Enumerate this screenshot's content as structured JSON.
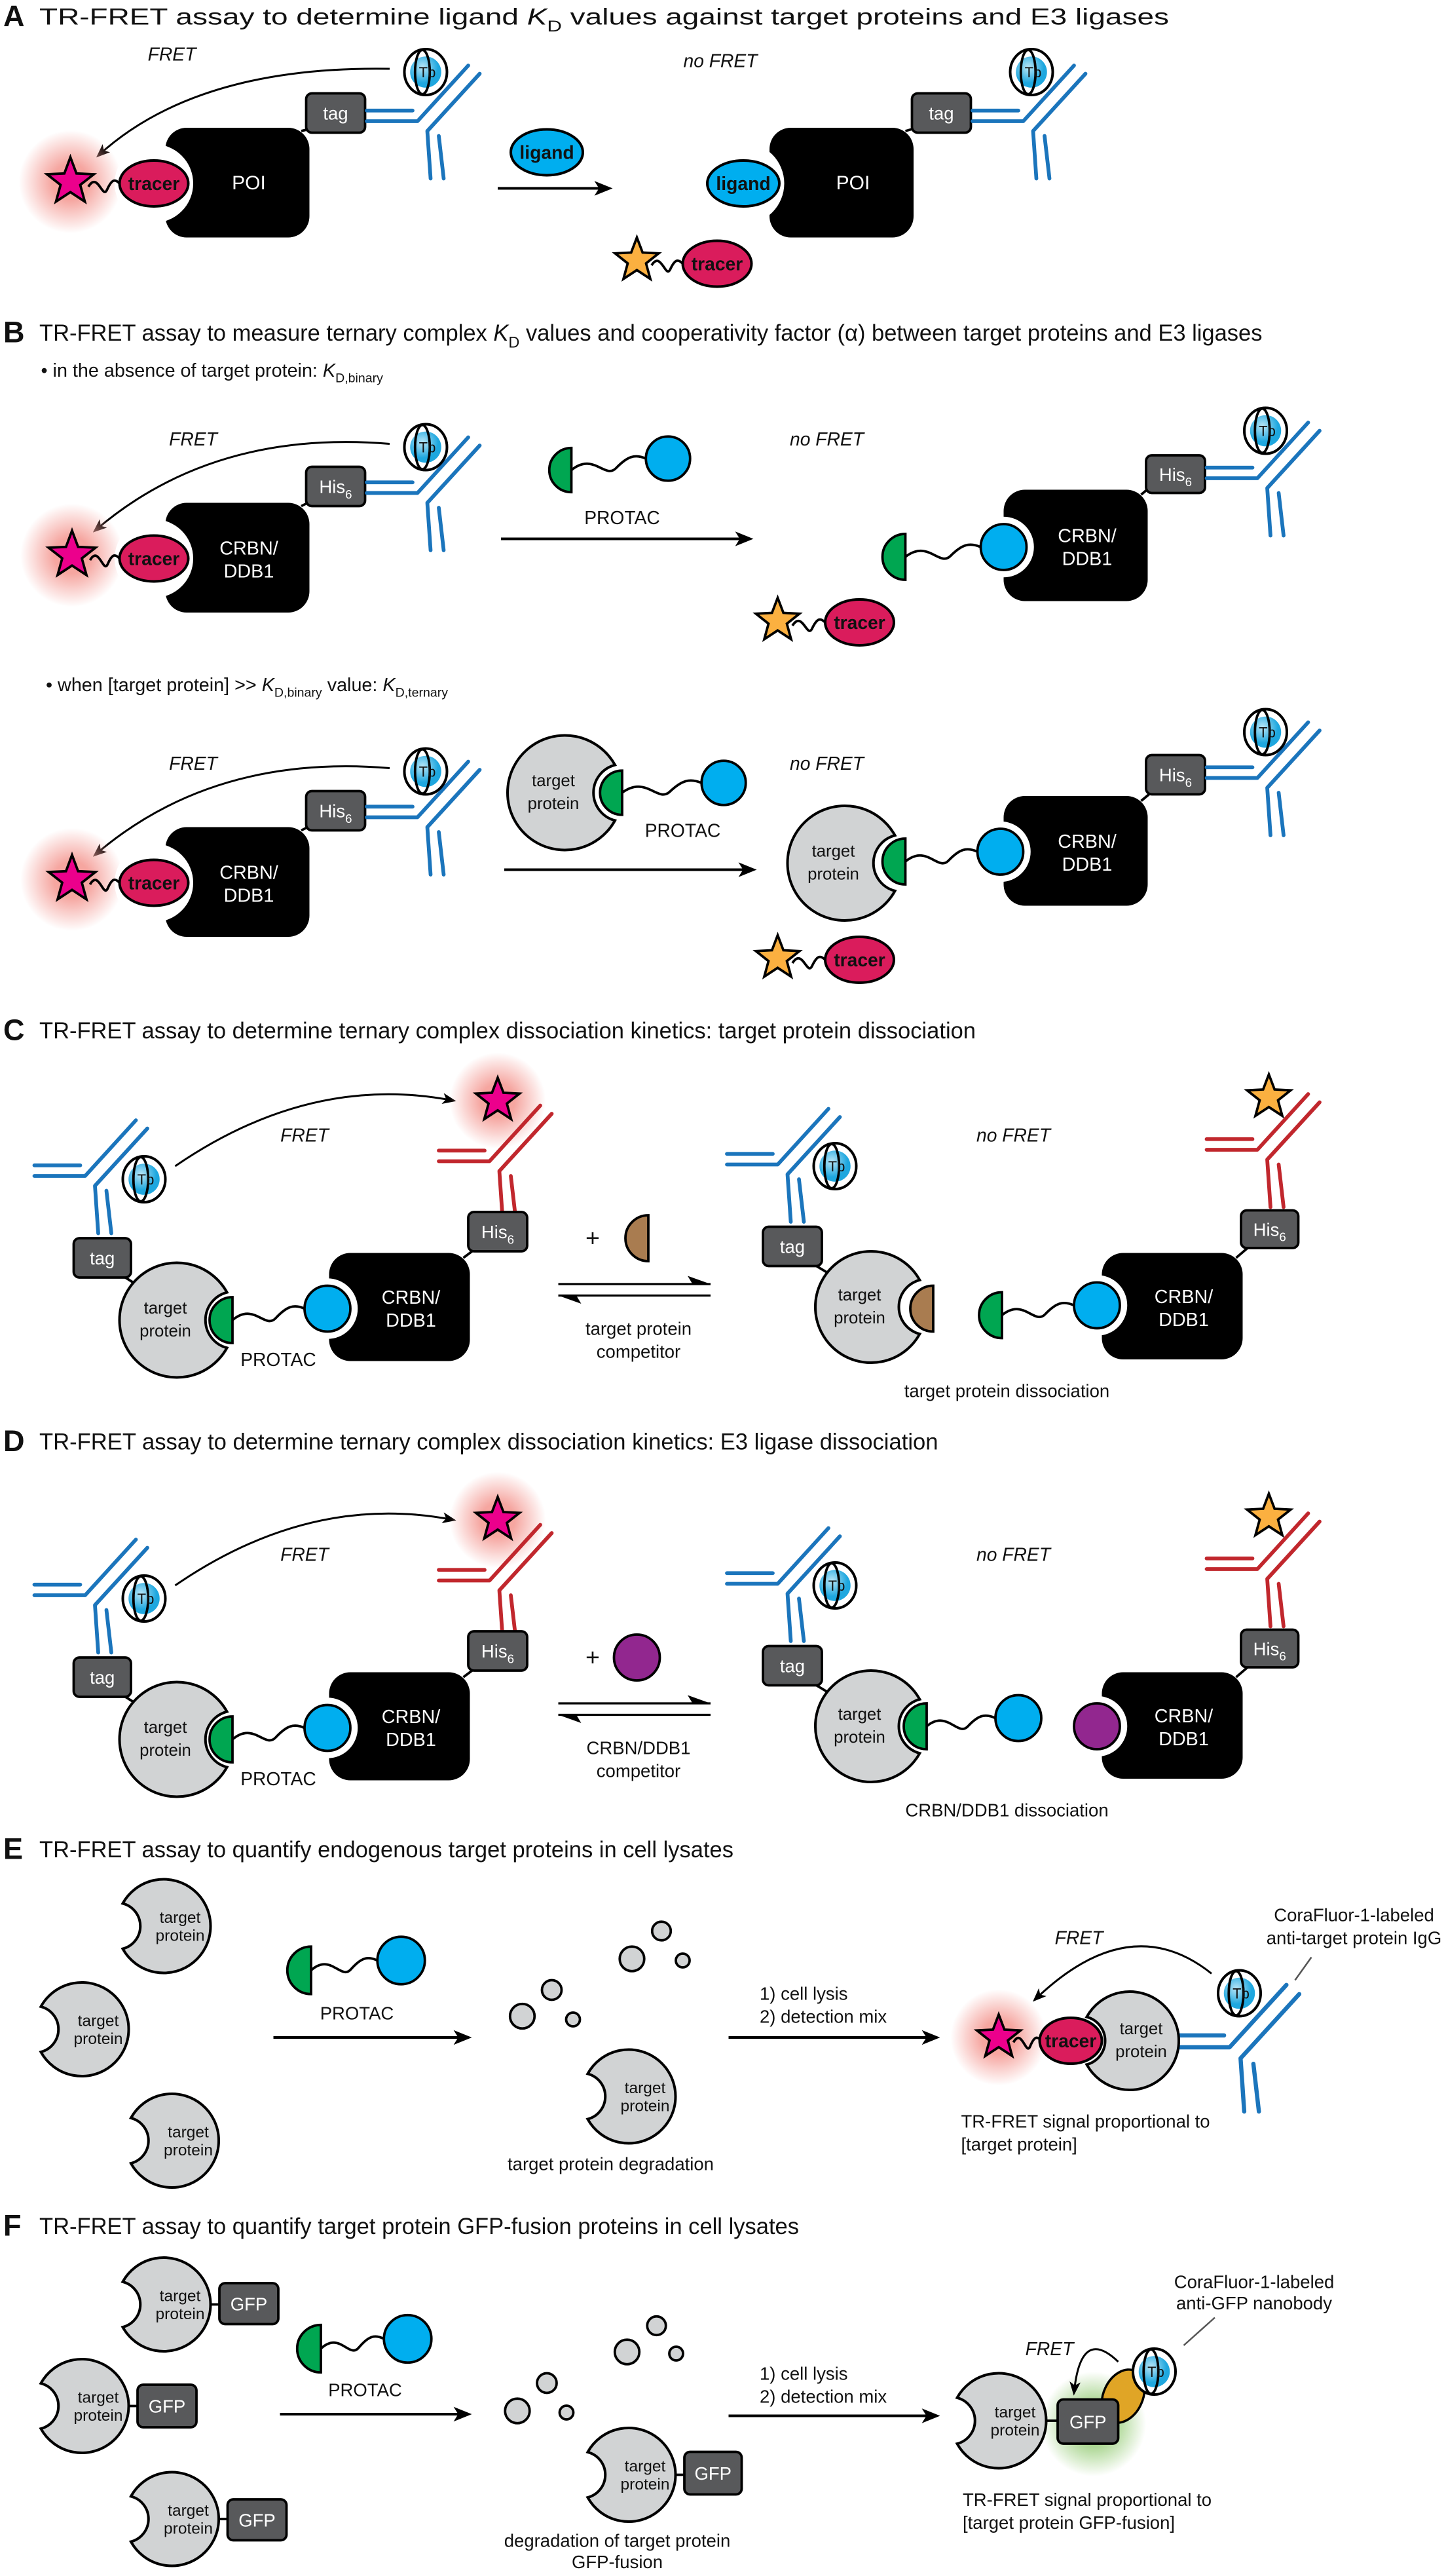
{
  "labels": {
    "tracer": "tracer",
    "tb": "Tb",
    "tag": "tag",
    "poi": "POI",
    "ligand": "ligand",
    "crbn1": "CRBN/",
    "crbn2": "DDB1",
    "his": "His",
    "his_sub": "6",
    "protac": "PROTAC",
    "target1": "target",
    "target2": "protein",
    "gfp": "GFP",
    "fret": "FRET",
    "no_fret": "no FRET",
    "plus": "+"
  },
  "panel_a": {
    "letter": "A",
    "title_pre": "TR-FRET assay to determine ligand ",
    "title_k": "K",
    "title_sub": "D",
    "title_post": " values against target proteins and E3 ligases"
  },
  "panel_b": {
    "letter": "B",
    "title_pre": "TR-FRET assay to measure ternary complex ",
    "title_k": "K",
    "title_sub": "D",
    "title_post": " values and cooperativity factor (α) between target proteins and E3 ligases",
    "cond1_pre": "• in the absence of target protein: ",
    "cond1_k": "K",
    "cond1_sub": "D,binary",
    "cond2_pre": "• when [target protein] >> ",
    "cond2_k": "K",
    "cond2_sub": "D,binary",
    "cond2_mid": " value: ",
    "cond2_k2": "K",
    "cond2_sub2": "D,ternary"
  },
  "panel_c": {
    "letter": "C",
    "title": "TR-FRET assay to determine ternary complex dissociation kinetics: target protein dissociation",
    "competitor1": "target protein",
    "competitor2": "competitor",
    "result": "target protein dissociation"
  },
  "panel_d": {
    "letter": "D",
    "title": "TR-FRET assay to determine ternary complex dissociation kinetics: E3 ligase dissociation",
    "competitor1": "CRBN/DDB1",
    "competitor2": "competitor",
    "result": "CRBN/DDB1 dissociation"
  },
  "panel_e": {
    "letter": "E",
    "title": "TR-FRET assay to quantify endogenous target proteins in cell lysates",
    "step1": "1) cell lysis",
    "step2": "2) detection mix",
    "degradation": "target protein degradation",
    "reagent1": "CoraFluor-1-labeled",
    "reagent2": "anti-target protein IgG",
    "signal1": "TR-FRET signal proportional to",
    "signal2": "[target protein]"
  },
  "panel_f": {
    "letter": "F",
    "title": "TR-FRET assay to quantify target protein GFP-fusion proteins in cell lysates",
    "step1": "1) cell lysis",
    "step2": "2) detection mix",
    "degradation1": "degradation of target protein",
    "degradation2": "GFP-fusion",
    "reagent1": "CoraFluor-1-labeled",
    "reagent2": "anti-GFP nanobody",
    "signal1": "TR-FRET signal proportional to",
    "signal2": "[target protein GFP-fusion]"
  },
  "colors": {
    "antibody_blue": "#1b75bc",
    "antibody_red": "#c1272d",
    "star_fret": "#ec008c",
    "star_no_fret": "#fbb040",
    "tracer": "#da1c5c",
    "ligand": "#00aeef",
    "warhead_green": "#00a651",
    "competitor_brown": "#a97c50",
    "competitor_purple": "#92278f",
    "protein_gray": "#d1d3d4",
    "tag_gray": "#58595b",
    "fret_glow": "#f5a19b",
    "gfp_glow": "#9ccf7f",
    "nanobody": "#e0a526",
    "terbium": "#29abe2"
  }
}
